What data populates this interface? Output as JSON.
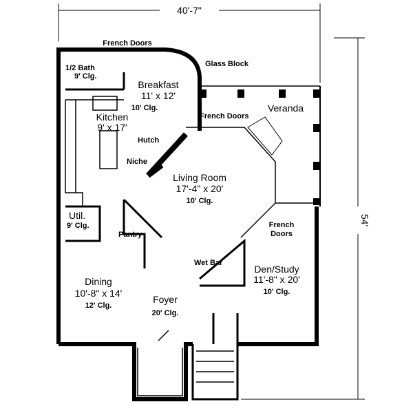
{
  "dimensions": {
    "width": "40'-7\"",
    "depth": "54'"
  },
  "rooms": {
    "half_bath": {
      "name": "1/2 Bath",
      "ceiling": "9' Clg."
    },
    "breakfast": {
      "name": "Breakfast",
      "size": "11' x 12'",
      "ceiling": "10' Clg."
    },
    "kitchen": {
      "name": "Kitchen",
      "size": "9' x 17'"
    },
    "veranda": {
      "name": "Veranda"
    },
    "living": {
      "name": "Living Room",
      "size": "17'-4\" x 20'",
      "ceiling": "10' Clg."
    },
    "util": {
      "name": "Util.",
      "ceiling": "9' Clg."
    },
    "dining": {
      "name": "Dining",
      "size": "10'-8\" x 14'",
      "ceiling": "12' Clg."
    },
    "foyer": {
      "name": "Foyer",
      "ceiling": "20' Clg."
    },
    "den": {
      "name": "Den/Study",
      "size": "11'-8\" x 20'",
      "ceiling": "10' Clg."
    }
  },
  "annotations": {
    "french_doors_top": "French Doors",
    "glass_block": "Glass Block",
    "french_doors_veranda": "French Doors",
    "hutch": "Hutch",
    "niche": "Niche",
    "pantry": "Pantry",
    "wet_bar": "Wet Bar",
    "french_doors_den_1": "French",
    "french_doors_den_2": "Doors"
  }
}
